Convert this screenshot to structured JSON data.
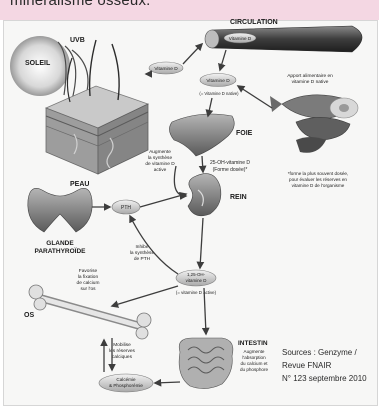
{
  "header": {
    "caption": "minéralisme osseux."
  },
  "labels": {
    "uvb": "UVB",
    "soleil": "SOLEIL",
    "peau": "PEAU",
    "circulation": "CIRCULATION",
    "vit_d_vessel": "Vitamine D",
    "vit_d_skin": "Vitamine D",
    "vit_d_native_1": "Vitamine D",
    "vit_d_native_2": "(= Vitamine D native)",
    "apport_1": "Apport alimentaire en",
    "apport_2": "vitamine D native",
    "foie": "FOIE",
    "hydroxy_1": "25-OH-vitamine D",
    "hydroxy_2": "(Forme dosée)*",
    "synth_1": "Augmente",
    "synth_2": "la synthèse",
    "synth_3": "de vitamine D",
    "synth_4": "active",
    "pth": "PTH",
    "rein": "REIN",
    "dosee_1": "*forme la plus souvent dosée,",
    "dosee_2": "pour évaluer les réserves en",
    "dosee_3": "vitamine D de l'organisme",
    "glande_1": "GLANDE",
    "glande_2": "PARATHYROÏDE",
    "inhibe_1": "Inhibe",
    "inhibe_2": "la synthèse",
    "inhibe_3": "de PTH",
    "dihydroxy_1": "1,25-OH-",
    "dihydroxy_2": "vitamine D",
    "dihydroxy_3": "(= vitamine D active)",
    "favorise_1": "Favorise",
    "favorise_2": "la fixation",
    "favorise_3": "de calcium",
    "favorise_4": "sur l'os",
    "os": "OS",
    "mobilise_1": "Mobilise",
    "mobilise_2": "les réserves",
    "mobilise_3": "calciques",
    "intestin": "INTESTIN",
    "absorp_1": "Augmente",
    "absorp_2": "l'absorption",
    "absorp_3": "du calcium et",
    "absorp_4": "du phosphore",
    "calcemie_1": "Calcémie",
    "calcemie_2": "& Phosphorémie"
  },
  "source": {
    "line1": "Sources : Genzyme /",
    "line2": "Revue FNAIR",
    "line3": "N° 123 septembre 2010"
  }
}
